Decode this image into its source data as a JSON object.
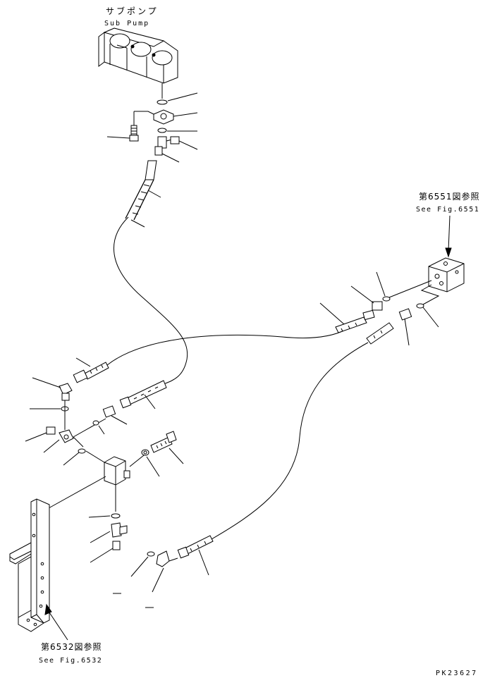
{
  "labels": {
    "sub_pump_jp": "サブポンプ",
    "sub_pump_en": "Sub Pump",
    "ref_6551_jp": "第6551図参照",
    "ref_6551_en": "See Fig.6551",
    "ref_6532_jp": "第6532図参照",
    "ref_6532_en": "See Fig.6532",
    "drawing_code": "PK23627"
  }
}
